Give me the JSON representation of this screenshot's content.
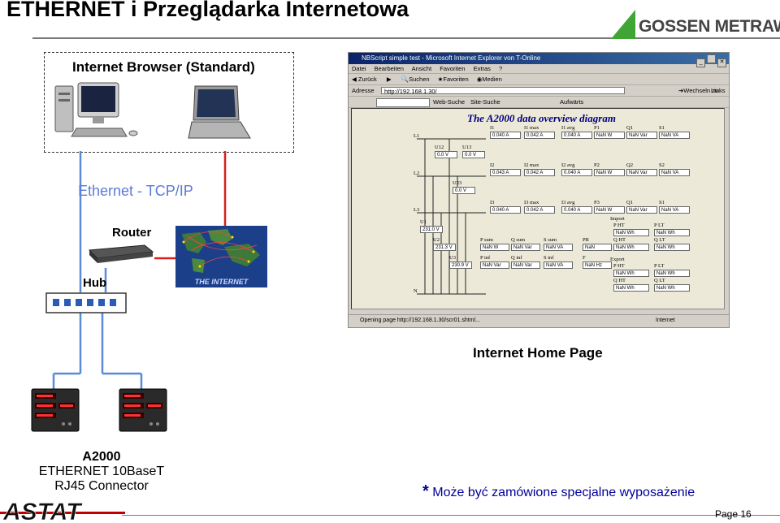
{
  "header": {
    "title": "ETHERNET i Przeglądarka Internetowa",
    "brand": "GOSSEN METRAWATT"
  },
  "diagram": {
    "browser_group_label": "Internet Browser (Standard)",
    "network_label": "Ethernet - TCP/IP",
    "router_label": "Router",
    "hub_label": "Hub",
    "internet_banner": "THE INTERNET",
    "home_page_label": "Internet Home Page",
    "device_labels": [
      "A2000",
      "ETHERNET 10BaseT",
      "RJ45 Connector"
    ],
    "colors": {
      "network_line": "#5b8ad8",
      "router_link": "#d82020",
      "accent_green": "#3fa535"
    }
  },
  "browser_window": {
    "title": "NBScript simple test - Microsoft Internet Explorer von T-Online",
    "menu": [
      "Datei",
      "Bearbeiten",
      "Ansicht",
      "Favoriten",
      "Extras",
      "?"
    ],
    "toolbar": [
      "Zurück",
      "Suchen",
      "Favoriten",
      "Medien"
    ],
    "address_label": "Adresse",
    "address_value": "http://192.168.1.30/",
    "go_label": "Wechseln zu",
    "links_label": "Links",
    "google_bar": [
      "Web-Suche",
      "Site-Suche",
      "Aufwärts"
    ],
    "page": {
      "heading": "The A2000 data overview diagram",
      "lines": [
        "L1",
        "L2",
        "L3",
        "N"
      ],
      "rows": [
        [
          {
            "l": "I1",
            "v": "0.040 A"
          },
          {
            "l": "I1 max",
            "v": "0.042 A"
          },
          {
            "l": "I1 avg",
            "v": "0.040 A"
          },
          {
            "l": "P1",
            "v": "NaN W"
          },
          {
            "l": "Q1",
            "v": "NaN Var"
          },
          {
            "l": "S1",
            "v": "NaN VA"
          }
        ],
        [
          {
            "l": "I2",
            "v": "0.043 A"
          },
          {
            "l": "I2 max",
            "v": "0.042 A"
          },
          {
            "l": "I2 avg",
            "v": "0.040 A"
          },
          {
            "l": "P2",
            "v": "NaN W"
          },
          {
            "l": "Q2",
            "v": "NaN Var"
          },
          {
            "l": "S2",
            "v": "NaN VA"
          }
        ],
        [
          {
            "l": "I3",
            "v": "0.040 A"
          },
          {
            "l": "I3 max",
            "v": "0.042 A"
          },
          {
            "l": "I3 avg",
            "v": "0.040 A"
          },
          {
            "l": "P3",
            "v": "NaN W"
          },
          {
            "l": "Q1",
            "v": "NaN Var"
          },
          {
            "l": "S1",
            "v": "NaN VA"
          }
        ]
      ],
      "voltages": [
        {
          "l": "U12",
          "v": "0.0 V"
        },
        {
          "l": "U13",
          "v": "0.0 V"
        },
        {
          "l": "U23",
          "v": "0.0 V"
        },
        {
          "l": "U1",
          "v": "231.0 V"
        },
        {
          "l": "U2",
          "v": "231.3 V"
        },
        {
          "l": "U3",
          "v": "230.9 V"
        }
      ],
      "sum_row1": [
        {
          "l": "P sum",
          "v": "NaN W"
        },
        {
          "l": "Q sum",
          "v": "NaN Var"
        },
        {
          "l": "S sum",
          "v": "NaN VA"
        },
        {
          "l": "PR",
          "v": "NaN"
        }
      ],
      "sum_row2": [
        {
          "l": "P inf",
          "v": "NaN Var"
        },
        {
          "l": "Q inf",
          "v": "NaN Var"
        },
        {
          "l": "S inf",
          "v": "NaN VA"
        },
        {
          "l": "F",
          "v": "NaN Hz"
        }
      ],
      "import_label": "Import",
      "export_label": "Export",
      "energy": [
        {
          "l": "P HT",
          "v": "NaN Wh"
        },
        {
          "l": "P LT",
          "v": "NaN Wh"
        },
        {
          "l": "Q HT",
          "v": "NaN Wh"
        },
        {
          "l": "Q LT",
          "v": "NaN Wh"
        },
        {
          "l": "P HT",
          "v": "NaN Wh"
        },
        {
          "l": "P LT",
          "v": "NaN Wh"
        },
        {
          "l": "Q HT",
          "v": "NaN Wh"
        },
        {
          "l": "Q LT",
          "v": "NaN Wh"
        }
      ]
    },
    "status_text": "Opening page http://192.168.1.30/scr01.shtml...",
    "status_zone": "Internet"
  },
  "footer": {
    "note_star": "*",
    "note": "Może być zamówione specjalne wyposażenie",
    "page": "Page 16",
    "logo": "ASTAT"
  }
}
